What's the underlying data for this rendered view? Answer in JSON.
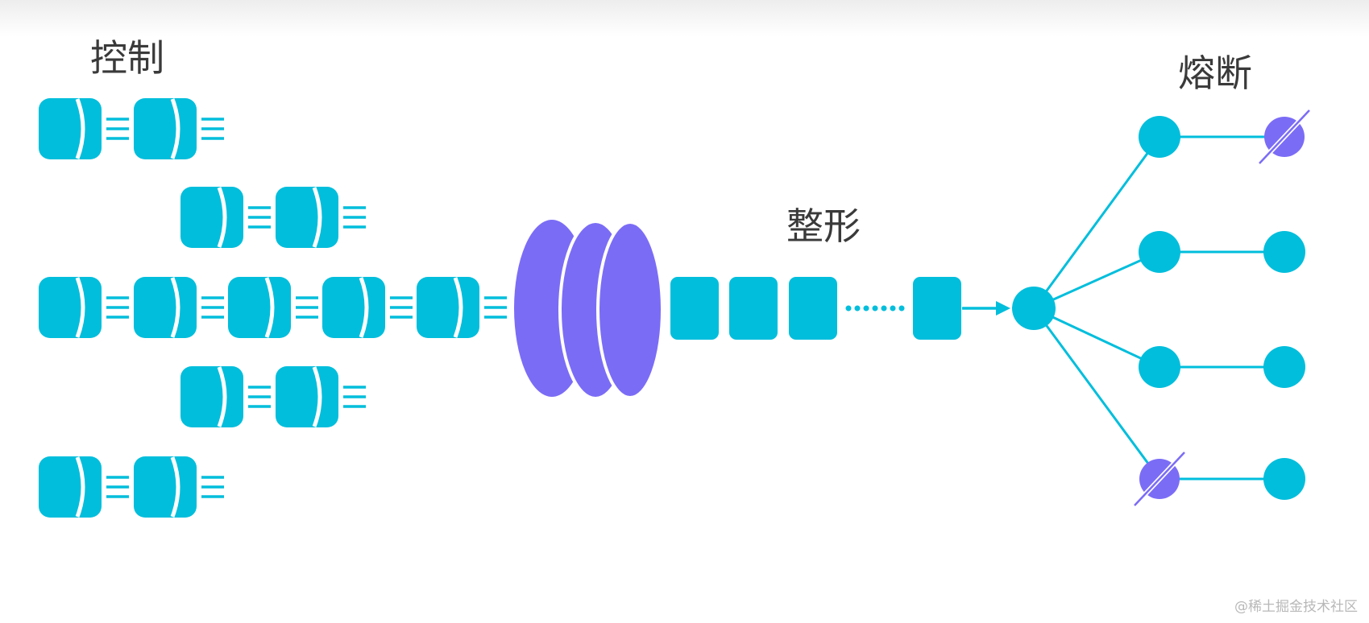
{
  "labels": {
    "control": "控制",
    "shaping": "整形",
    "circuit_break": "熔断"
  },
  "watermark": "@稀土掘金技术社区",
  "colors": {
    "cyan": "#00bedc",
    "purple": "#7b6cf6",
    "gap": "#ffffff",
    "text": "#3a3a3a"
  },
  "icons": {
    "message": "cylinder-message-icon",
    "rate_limiter": "disc-stack-icon",
    "queue_block": "rounded-square-icon",
    "service_node": "circle-node-icon",
    "broken_node": "crossed-circle-icon"
  }
}
